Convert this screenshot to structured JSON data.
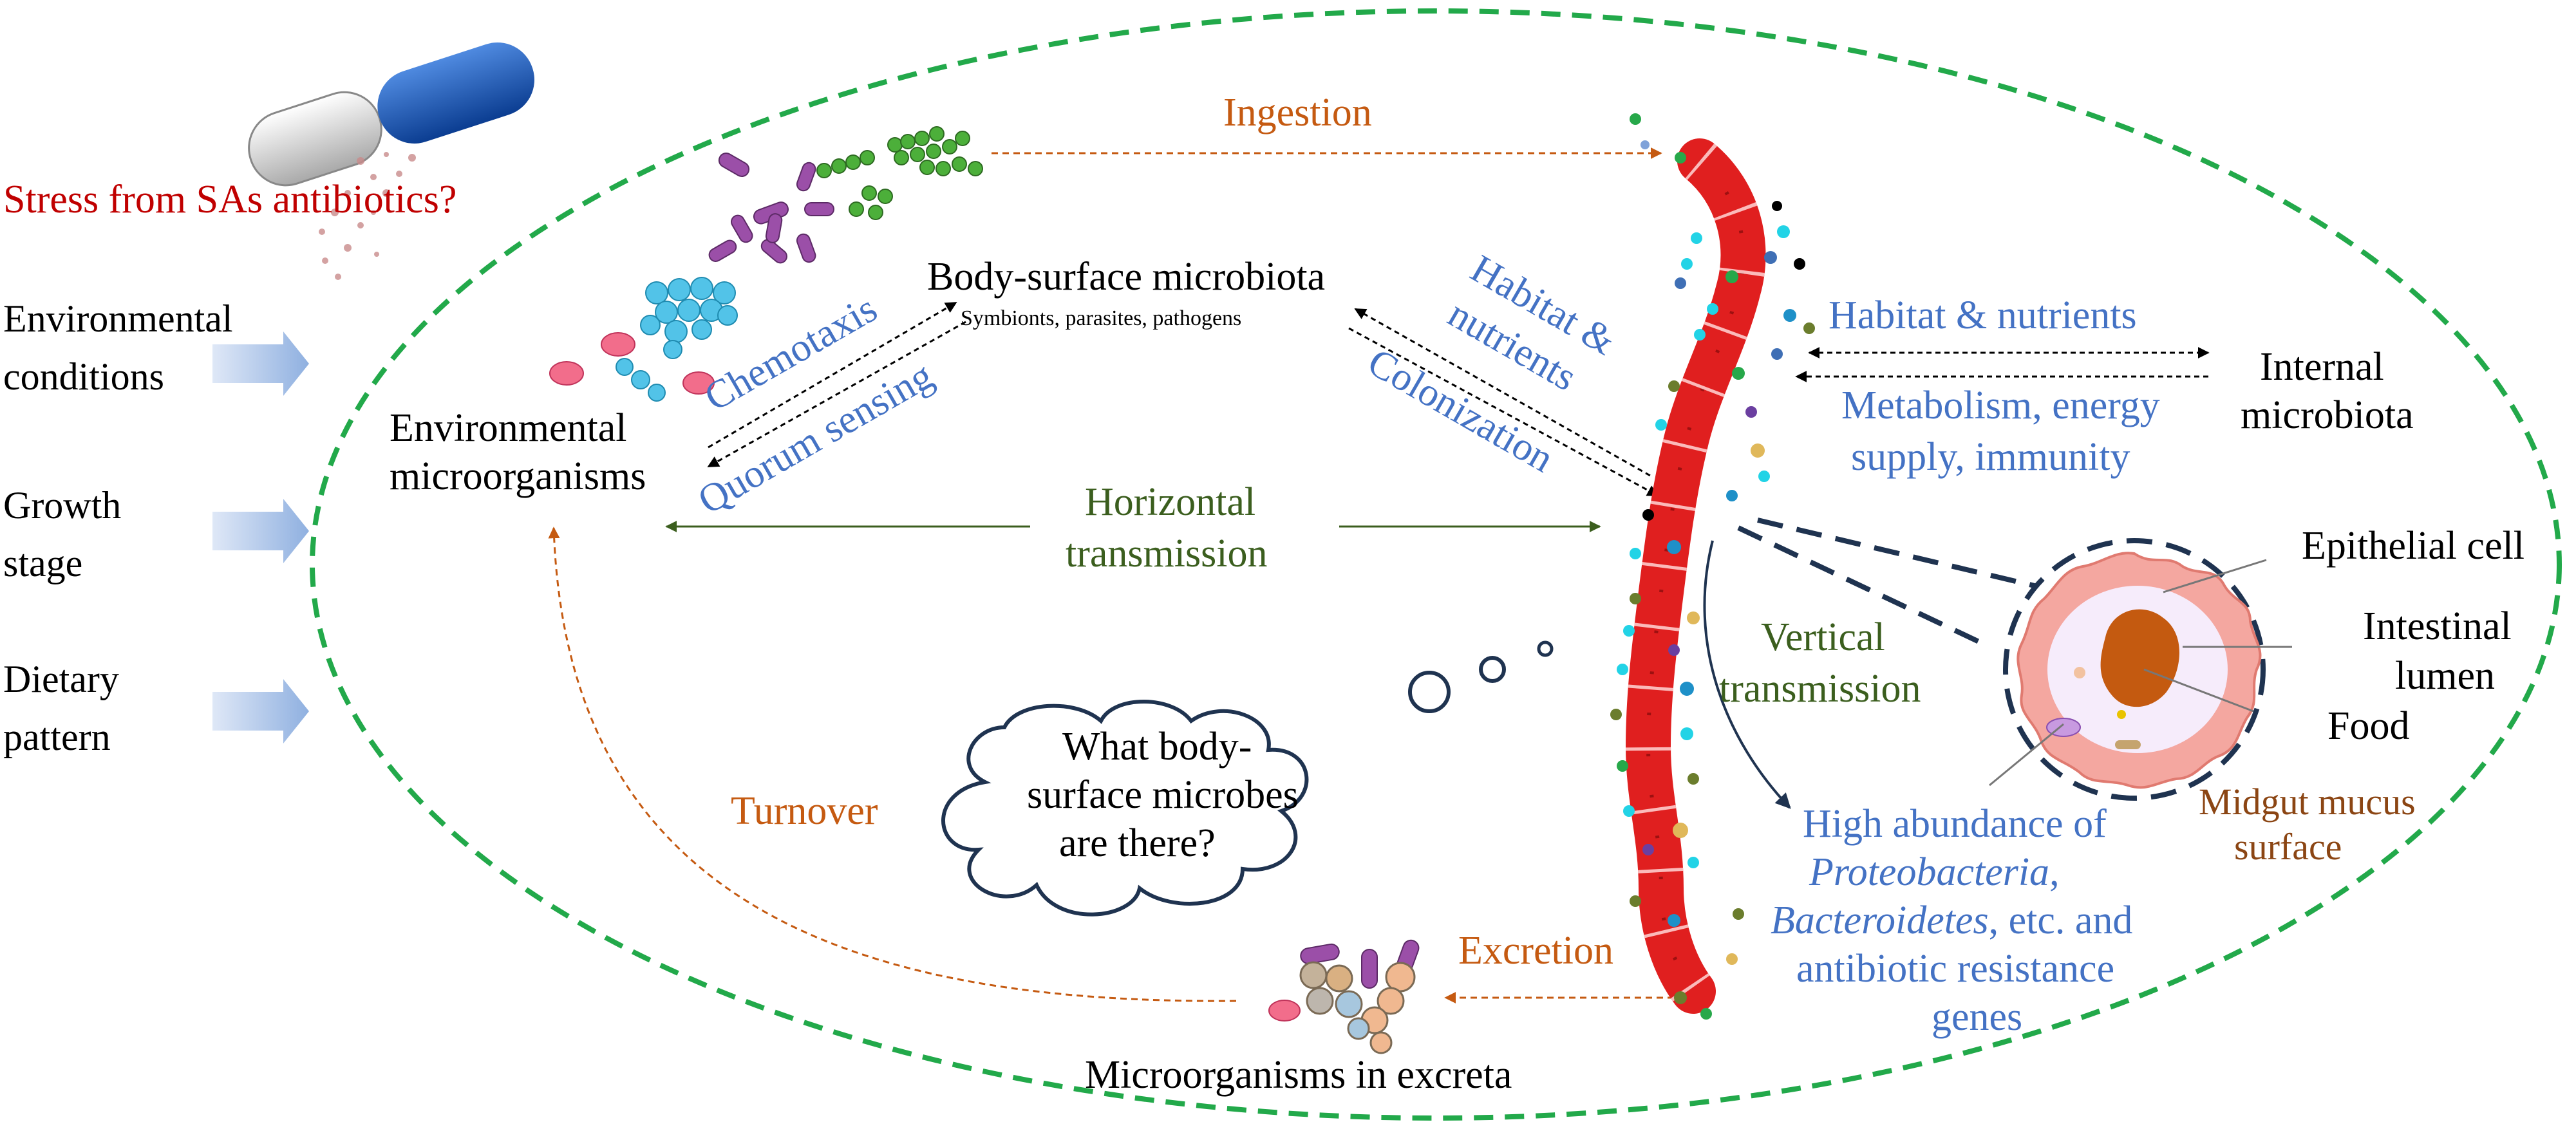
{
  "colors": {
    "boundary": "#22A94A",
    "blue_text": "#4472C4",
    "orange_text": "#C55A11",
    "green_text": "#3B5E1E",
    "red_text": "#C00000",
    "brown_text": "#8B4513",
    "navy": "#1F3350",
    "worm_red": "#E01F1F"
  },
  "stress": {
    "label": "Stress from SAs antibiotics?"
  },
  "factors": {
    "env": [
      "Environmental",
      "conditions"
    ],
    "growth": [
      "Growth",
      "stage"
    ],
    "diet": [
      "Dietary",
      "pattern"
    ]
  },
  "nodes": {
    "env_micro": [
      "Environmental",
      "microorganisms"
    ],
    "body_surface": {
      "title": "Body-surface microbiota",
      "subtitle": "Symbionts, parasites, pathogens"
    },
    "internal": [
      "Internal",
      "microbiota"
    ],
    "excreta": "Microorganisms in excreta"
  },
  "arrows": {
    "ingestion": "Ingestion",
    "chemotaxis": "Chemotaxis",
    "quorum": "Quorum sensing",
    "habitat_nutrients_diag": [
      "Habitat &",
      "nutrients"
    ],
    "colonization": "Colonization",
    "horizontal": [
      "Horizontal",
      "transmission"
    ],
    "habitat_nutrients": "Habitat & nutrients",
    "metabolism": [
      "Metabolism, energy",
      "supply, immunity"
    ],
    "vertical": [
      "Vertical",
      "transmission"
    ],
    "turnover": "Turnover",
    "excretion": "Excretion"
  },
  "thought": [
    "What body-",
    "surface microbes",
    "are there?"
  ],
  "gut": {
    "epithelial": "Epithelial cell",
    "lumen": [
      "Intestinal",
      "lumen"
    ],
    "food": "Food",
    "mucus": [
      "Midgut mucus",
      "surface"
    ]
  },
  "result": {
    "line1": "High abundance of",
    "line2_italic": "Proteobacteria",
    "line2_rest": ",",
    "line3_italic": "Bacteroidetes",
    "line3_rest": ", etc. and",
    "line4": "antibiotic resistance",
    "line5": "genes"
  }
}
